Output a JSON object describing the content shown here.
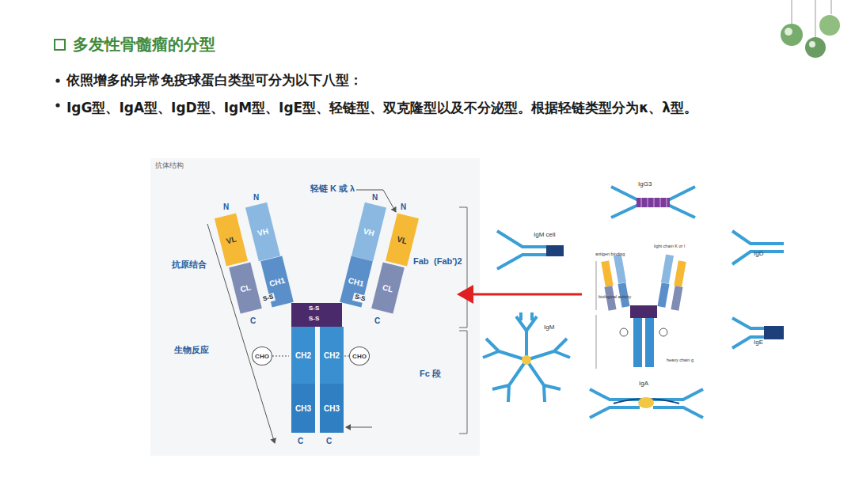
{
  "diagram": {
    "title": "多发性骨髓瘤的分型",
    "nodes": [
      {
        "text": [
          "VL"
        ]
      },
      {
        "text": [
          "VH"
        ]
      },
      {
        "text": [
          "VH"
        ]
      },
      {
        "text": [
          "VL"
        ]
      },
      {
        "text": [
          "CL"
        ]
      },
      {
        "text": [
          "CH1"
        ]
      },
      {
        "text": [
          "CH1"
        ]
      },
      {
        "text": [
          "CL"
        ]
      },
      {
        "text": [
          "CHO"
        ]
      },
      {
        "text": [
          "CH2"
        ]
      },
      {
        "text": [
          "CH2"
        ]
      },
      {
        "text": [
          "CHO"
        ]
      },
      {
        "text": [
          "CH3"
        ]
      },
      {
        "text": [
          "CH3"
        ]
      }
    ],
    "labels": [
      "依照增多的异常免疫球蛋白类型可分为以下八型：",
      "IgG型、IgA型、IgD型、IgM型、IgE型、轻链型、双克隆型以及不分泌型。根据轻链类型分为κ、λ型。",
      "抗体结构",
      "轻链 K 或 λ",
      "N",
      "N",
      "N",
      "N",
      "抗原结合",
      "S-S",
      "S-S",
      "S-S",
      "S-S",
      "C",
      "C",
      "生物反应",
      "Fab",
      "(Fab')2",
      "Fc 段",
      "C",
      "C",
      "IgG3",
      "IgM cell",
      "IgD",
      "light chain K or l",
      "antigen binding",
      "biological activity",
      "IgM",
      "IgE",
      "heavy chain g",
      "IgA"
    ]
  }
}
